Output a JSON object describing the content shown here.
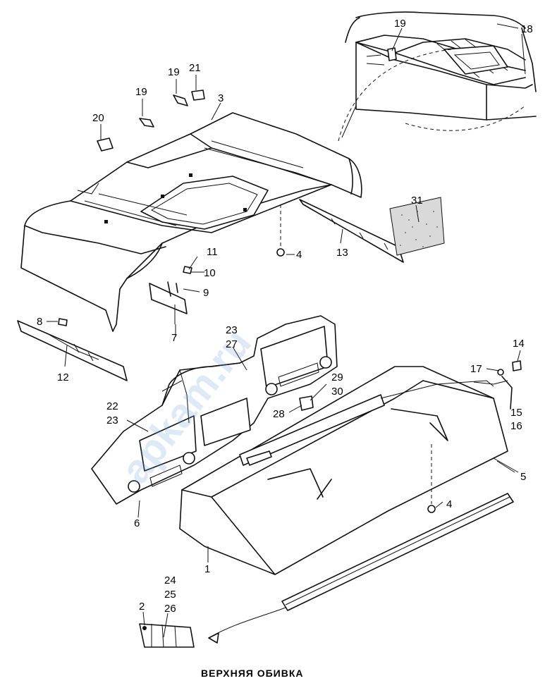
{
  "caption": "ВЕРХНЯЯ ОБИВКА",
  "watermark": "apkam.ru",
  "callouts": [
    {
      "id": "c1",
      "text": "1"
    },
    {
      "id": "c2",
      "text": "2"
    },
    {
      "id": "c3",
      "text": "3"
    },
    {
      "id": "c4a",
      "text": "4"
    },
    {
      "id": "c4b",
      "text": "4"
    },
    {
      "id": "c5",
      "text": "5"
    },
    {
      "id": "c6",
      "text": "6"
    },
    {
      "id": "c7",
      "text": "7"
    },
    {
      "id": "c8",
      "text": "8"
    },
    {
      "id": "c9",
      "text": "9"
    },
    {
      "id": "c10",
      "text": "10"
    },
    {
      "id": "c11",
      "text": "11"
    },
    {
      "id": "c12",
      "text": "12"
    },
    {
      "id": "c13",
      "text": "13"
    },
    {
      "id": "c14",
      "text": "14"
    },
    {
      "id": "c15",
      "text": "15"
    },
    {
      "id": "c16",
      "text": "16"
    },
    {
      "id": "c17",
      "text": "17"
    },
    {
      "id": "c18",
      "text": "18"
    },
    {
      "id": "c19a",
      "text": "19"
    },
    {
      "id": "c19b",
      "text": "19"
    },
    {
      "id": "c19c",
      "text": "19"
    },
    {
      "id": "c20",
      "text": "20"
    },
    {
      "id": "c21",
      "text": "21"
    },
    {
      "id": "c22",
      "text": "22"
    },
    {
      "id": "c23a",
      "text": "23"
    },
    {
      "id": "c23b",
      "text": "23"
    },
    {
      "id": "c24",
      "text": "24"
    },
    {
      "id": "c25",
      "text": "25"
    },
    {
      "id": "c26",
      "text": "26"
    },
    {
      "id": "c27",
      "text": "27"
    },
    {
      "id": "c28",
      "text": "28"
    },
    {
      "id": "c29",
      "text": "29"
    },
    {
      "id": "c30",
      "text": "30"
    },
    {
      "id": "c31",
      "text": "31"
    }
  ]
}
